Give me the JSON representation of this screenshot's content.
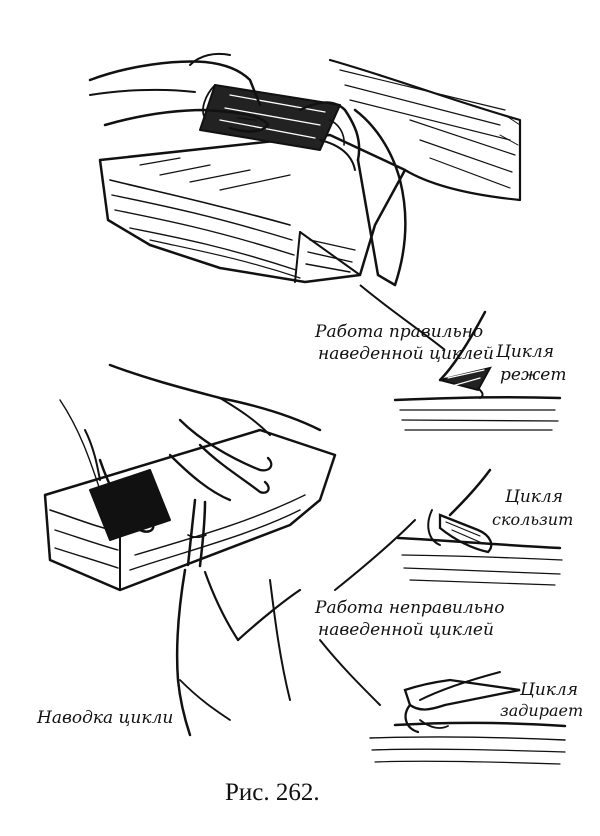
{
  "labels": {
    "correct_work_line1": "Работа правильно",
    "correct_work_line2": "наведенной циклей",
    "scraper_cuts_line1": "Цикля",
    "scraper_cuts_line2": "режет",
    "scraper_slides_line1": "Цикля",
    "scraper_slides_line2": "скользит",
    "incorrect_work_line1": "Работа неправильно",
    "incorrect_work_line2": "наведенной циклей",
    "scraper_tears_line1": "Цикля",
    "scraper_tears_line2": "задирает",
    "sharpening": "Наводка цикли"
  },
  "caption": "Рис. 262."
}
